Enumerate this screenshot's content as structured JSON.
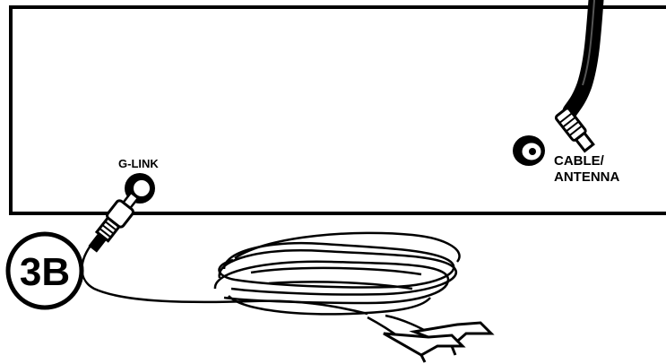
{
  "step": {
    "label": "3B"
  },
  "ports": {
    "glink": {
      "label": "G-LINK"
    },
    "antenna": {
      "label_line1": "CABLE/",
      "label_line2": "ANTENNA"
    }
  },
  "colors": {
    "ink": "#000000",
    "paper": "#ffffff",
    "cable_gray": "#555555"
  }
}
